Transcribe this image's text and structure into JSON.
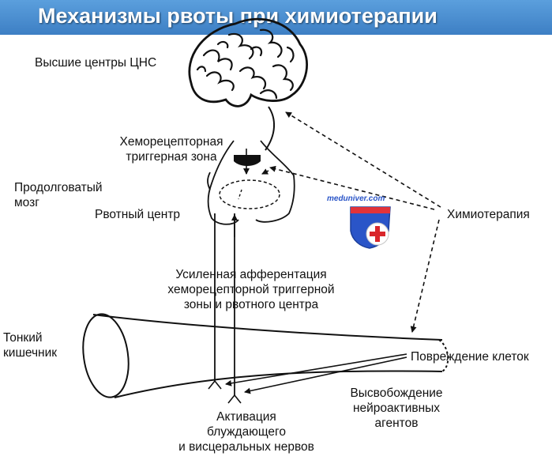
{
  "title": "Механизмы рвоты при химиотерапии",
  "watermark": "meduniver.com",
  "labels": {
    "higher_cns": "Высшие центры ЦНС",
    "ctz_line1": "Хеморецепторная",
    "ctz_line2": "триггерная зона",
    "medulla_line1": "Продолговатый",
    "medulla_line2": "мозг",
    "vomiting_center": "Рвотный центр",
    "chemotherapy": "Химиотерапия",
    "afferent_line1": "Усиленная афферентация",
    "afferent_line2": "хеморецепторной триггерной",
    "afferent_line3": "зоны и  рвотного центра",
    "intestine_line1": "Тонкий",
    "intestine_line2": "кишечник",
    "cell_damage": "Повреждение клеток",
    "release_line1": "Высвобождение",
    "release_line2": "нейроактивных",
    "release_line3": "агентов",
    "activation_line1": "Активация",
    "activation_line2": "блуждающего",
    "activation_line3": "и висцеральных нервов"
  },
  "colors": {
    "title_bar": "#4a8fd4",
    "title_text": "#ffffff",
    "line": "#111111",
    "badge_blue": "#2a55c8",
    "badge_red": "#d9262b"
  },
  "icons": [
    "brain-icon",
    "medical-cross-badge-icon"
  ]
}
